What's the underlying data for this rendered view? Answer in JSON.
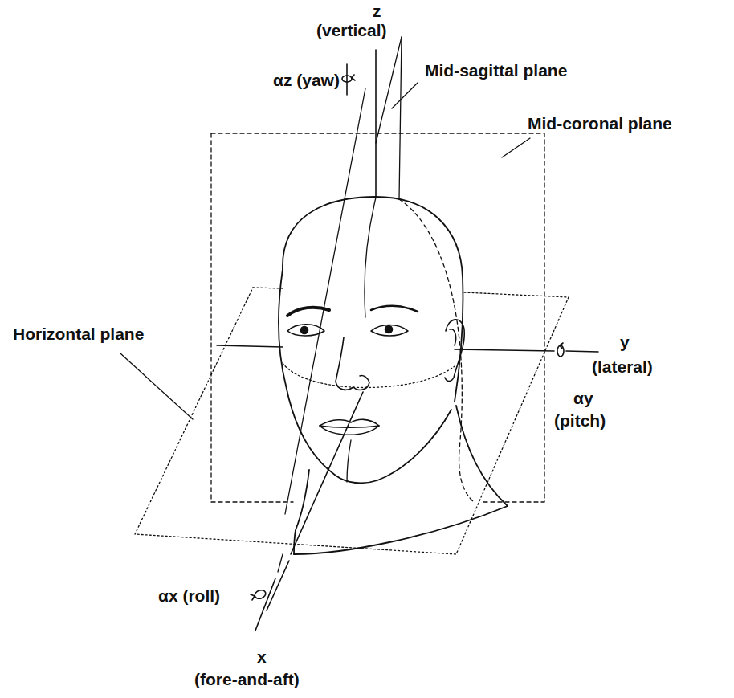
{
  "diagram": {
    "labels": [
      "z",
      "(vertical)",
      "αz (yaw)",
      "Mid-sagittal plane",
      "Mid-coronal plane",
      "Horizontal plane",
      "y",
      "(lateral)",
      "αy",
      "(pitch)",
      "αx (roll)",
      "x",
      "(fore-and-aft)"
    ]
  }
}
